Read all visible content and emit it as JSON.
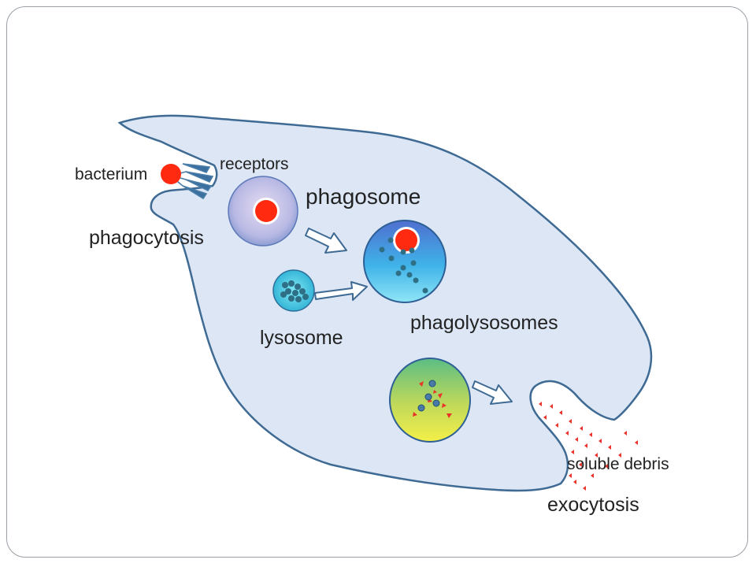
{
  "labels": {
    "bacterium": "bacterium",
    "receptors": "receptors",
    "phagocytosis": "phagocytosis",
    "phagosome": "phagosome",
    "lysosome": "lysosome",
    "phagolysosomes": "phagolysosomes",
    "soluble_debris": "soluble debris",
    "exocytosis": "exocytosis"
  },
  "colors": {
    "cell_fill": "#dce6f5",
    "cell_outline": "#3e6a93",
    "bacterium": "#ff2a10",
    "granule": "#2e6f86",
    "debris": "#e8342a"
  }
}
